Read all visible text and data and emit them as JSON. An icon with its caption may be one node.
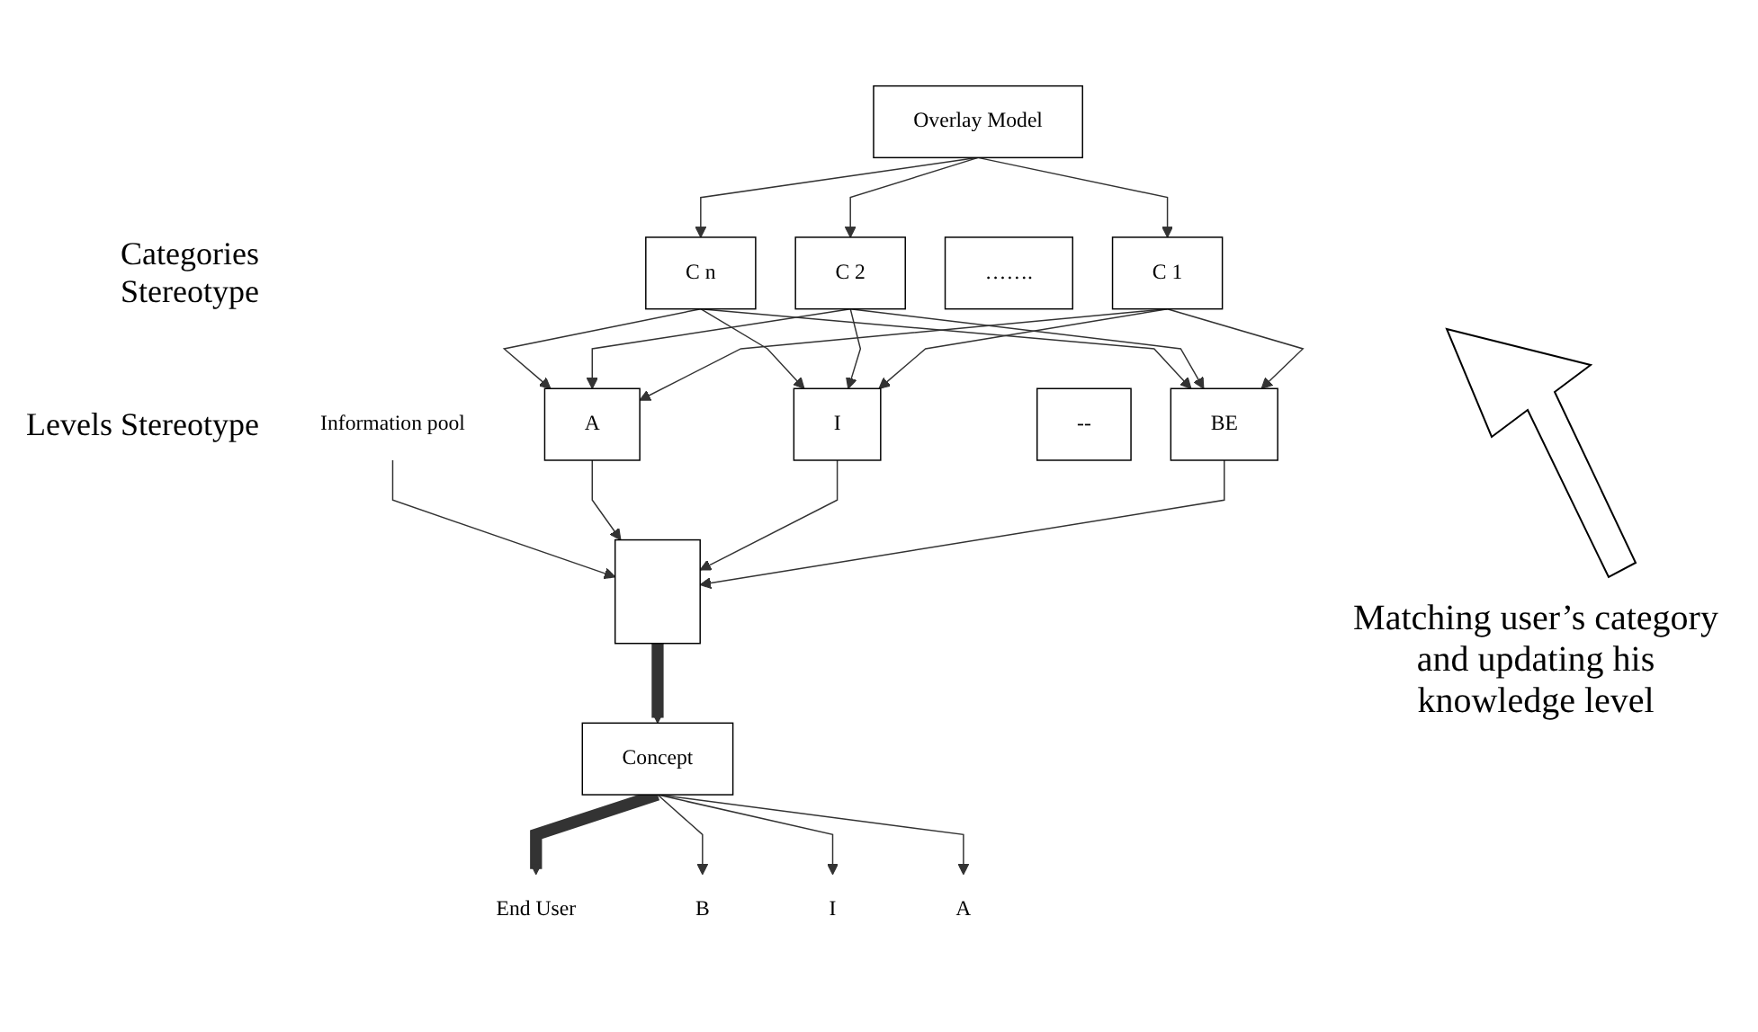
{
  "diagram": {
    "nodes": [
      {
        "text": [
          "Overlay Model"
        ]
      },
      {
        "text": [
          "C 1"
        ]
      },
      {
        "text": [
          "C 2"
        ]
      },
      {
        "text": [
          "……."
        ]
      },
      {
        "text": [
          "C n"
        ]
      },
      {
        "text": [
          "BE"
        ]
      },
      {
        "text": [
          "I"
        ]
      },
      {
        "text": [
          "A"
        ]
      },
      {
        "text": [
          "--"
        ]
      },
      {
        "text": [],
        "shape": "box"
      },
      {
        "text": [
          "Information pool"
        ]
      },
      {
        "text": [
          "Concept"
        ]
      },
      {
        "text": [
          "End User"
        ]
      },
      {
        "text": [
          "B"
        ]
      },
      {
        "text": [
          "I"
        ]
      },
      {
        "text": [
          "A"
        ]
      }
    ],
    "edges": [
      {
        "from": 0,
        "to": 1,
        "arrow": "to"
      },
      {
        "from": 0,
        "to": 2,
        "arrow": "to"
      },
      {
        "from": 0,
        "to": 4,
        "arrow": "to"
      },
      {
        "from": 1,
        "to": 5,
        "arrow": "to"
      },
      {
        "from": 1,
        "to": 6,
        "arrow": "to"
      },
      {
        "from": 1,
        "to": 7,
        "arrow": "to"
      },
      {
        "from": 2,
        "to": 5,
        "arrow": "to"
      },
      {
        "from": 2,
        "to": 6,
        "arrow": "to"
      },
      {
        "from": 2,
        "to": 7,
        "arrow": "to"
      },
      {
        "from": 4,
        "to": 5,
        "arrow": "to"
      },
      {
        "from": 4,
        "to": 6,
        "arrow": "to"
      },
      {
        "from": 4,
        "to": 7,
        "arrow": "to"
      },
      {
        "from": 5,
        "to": 9,
        "arrow": "to"
      },
      {
        "from": 6,
        "to": 9,
        "arrow": "to"
      },
      {
        "from": 7,
        "to": 9,
        "arrow": "to"
      },
      {
        "from": 10,
        "to": 9,
        "arrow": "to"
      },
      {
        "from": 9,
        "to": 11,
        "arrow": "to",
        "style": "thick"
      },
      {
        "from": 11,
        "to": 12,
        "arrow": "to",
        "style": "thick"
      },
      {
        "from": 11,
        "to": 13,
        "arrow": "to"
      },
      {
        "from": 11,
        "to": 14,
        "arrow": "to"
      },
      {
        "from": 11,
        "to": 15,
        "arrow": "to"
      }
    ],
    "labels": [
      "Categories Stereotype",
      "Levels Stereotype",
      "Matching user’s category and updating his knowledge level"
    ]
  }
}
